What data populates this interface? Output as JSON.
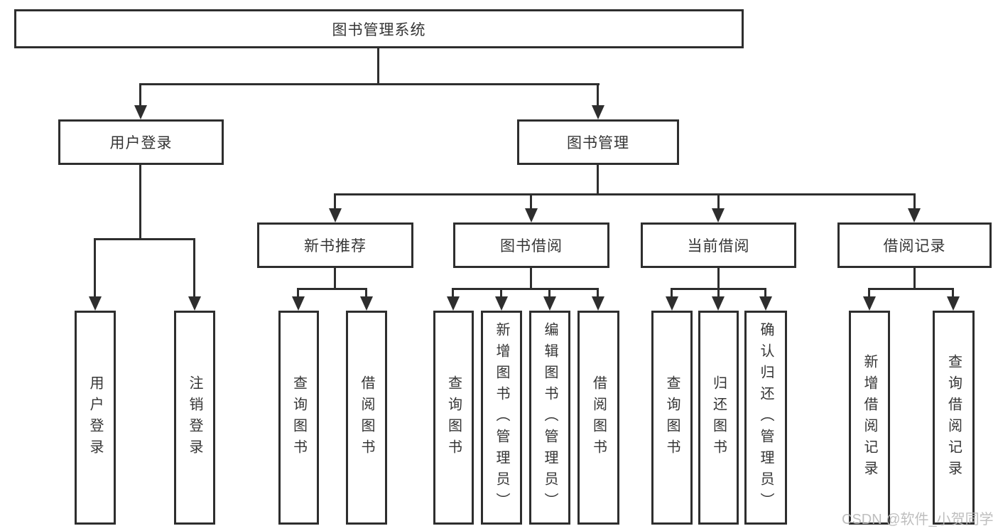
{
  "colors": {
    "line": "#2e2e2e",
    "text": "#353535",
    "background": "#ffffff",
    "watermark": "#b9b9b9"
  },
  "tree": {
    "root": {
      "label": "图书管理系统"
    },
    "branches": [
      {
        "label": "用户登录",
        "children": [
          {
            "label": "用户登录"
          },
          {
            "label": "注销登录"
          }
        ]
      },
      {
        "label": "图书管理",
        "children": [
          {
            "label": "新书推荐",
            "children": [
              {
                "label": "查询图书"
              },
              {
                "label": "借阅图书"
              }
            ]
          },
          {
            "label": "图书借阅",
            "children": [
              {
                "label": "查询图书"
              },
              {
                "label": "新增图书（管理员）"
              },
              {
                "label": "编辑图书（管理员）"
              },
              {
                "label": "借阅图书"
              }
            ]
          },
          {
            "label": "当前借阅",
            "children": [
              {
                "label": "查询图书"
              },
              {
                "label": "归还图书"
              },
              {
                "label": "确认归还（管理员）"
              }
            ]
          },
          {
            "label": "借阅记录",
            "children": [
              {
                "label": "新增借阅记录"
              },
              {
                "label": "查询借阅记录"
              }
            ]
          }
        ]
      }
    ]
  },
  "watermark": {
    "text": "CSDN @软件_小贺同学"
  }
}
